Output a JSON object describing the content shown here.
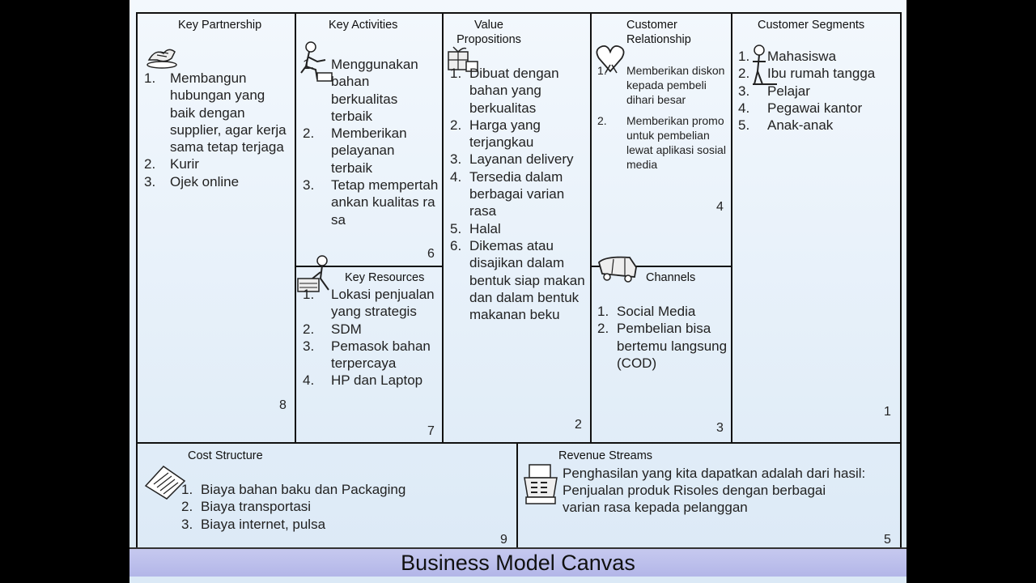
{
  "title": "Business Model Canvas",
  "key_partnership": {
    "header": "Key Partnership",
    "items": [
      {
        "n": "1.",
        "text": "Membangun hubungan yang baik dengan supplier, agar kerja sama tetap terjaga"
      },
      {
        "n": "2.",
        "text": "Kurir"
      },
      {
        "n": "3.",
        "text": "Ojek online"
      }
    ],
    "number": "8"
  },
  "key_activities": {
    "header": "Key Activities",
    "items": [
      {
        "n": "1.",
        "text": "Menggunakan bahan berkualitas terbaik"
      },
      {
        "n": "2.",
        "text": "Memberikan pelayanan terbaik"
      },
      {
        "n": "3.",
        "text": "Tetap mempertahankan kualitas rasa"
      }
    ],
    "number": "6"
  },
  "key_resources": {
    "header": "Key Resources",
    "items": [
      {
        "n": "1.",
        "text": "Lokasi penjualan yang strategis"
      },
      {
        "n": "2.",
        "text": "SDM"
      },
      {
        "n": "3.",
        "text": "Pemasok bahan terpercaya"
      },
      {
        "n": "4.",
        "text": "HP dan Laptop"
      }
    ],
    "number": "7"
  },
  "value_propositions": {
    "header": "Value Propositions",
    "items": [
      {
        "n": "1.",
        "text": "Dibuat dengan bahan yang berkualitas"
      },
      {
        "n": "2.",
        "text": "Harga yang terjangkau"
      },
      {
        "n": "3.",
        "text": "Layanan delivery"
      },
      {
        "n": "4.",
        "text": "Tersedia dalam berbagai varian rasa"
      },
      {
        "n": "5.",
        "text": "Halal"
      },
      {
        "n": "6.",
        "text": "Dikemas atau disajikan dalam bentuk siap makan dan dalam bentuk makanan beku"
      }
    ],
    "number": "2"
  },
  "customer_relationship": {
    "header": "Customer Relationship",
    "items": [
      {
        "n": "1.",
        "text": "Memberikan diskon kepada pembeli dihari besar"
      },
      {
        "n": "2.",
        "text": "Memberikan promo untuk pembelian lewat aplikasi sosial media"
      }
    ],
    "number": "4"
  },
  "channels": {
    "header": "Channels",
    "items": [
      {
        "n": "1.",
        "text": "Social Media"
      },
      {
        "n": "2.",
        "text": "Pembelian bisa bertemu langsung (COD)"
      }
    ],
    "number": "3"
  },
  "customer_segments": {
    "header": "Customer Segments",
    "items": [
      {
        "n": "1.",
        "text": "Mahasiswa"
      },
      {
        "n": "2.",
        "text": "Ibu rumah tangga"
      },
      {
        "n": "3.",
        "text": "Pelajar"
      },
      {
        "n": "4.",
        "text": "Pegawai kantor"
      },
      {
        "n": "5.",
        "text": "Anak-anak"
      }
    ],
    "number": "1"
  },
  "cost_structure": {
    "header": "Cost Structure",
    "items": [
      {
        "n": "1.",
        "text": "Biaya bahan baku dan Packaging"
      },
      {
        "n": "2.",
        "text": "Biaya transportasi"
      },
      {
        "n": "3.",
        "text": "Biaya internet, pulsa"
      }
    ],
    "number": "9"
  },
  "revenue_streams": {
    "header": "Revenue Streams",
    "lines": [
      "Penghasilan yang kita dapatkan adalah dari hasil:",
      "Penjualan produk Risoles  dengan berbagai",
      "varian rasa kepada pelanggan"
    ],
    "number": "5"
  },
  "icons": {
    "key_partnership": "handshake-icon",
    "key_activities": "worker-icon",
    "key_resources": "resources-icon",
    "value_propositions": "gift-icon",
    "customer_relationship": "heart-icon",
    "channels": "truck-icon",
    "customer_segments": "person-icon",
    "cost_structure": "receipt-icon",
    "revenue_streams": "cash-register-icon"
  }
}
